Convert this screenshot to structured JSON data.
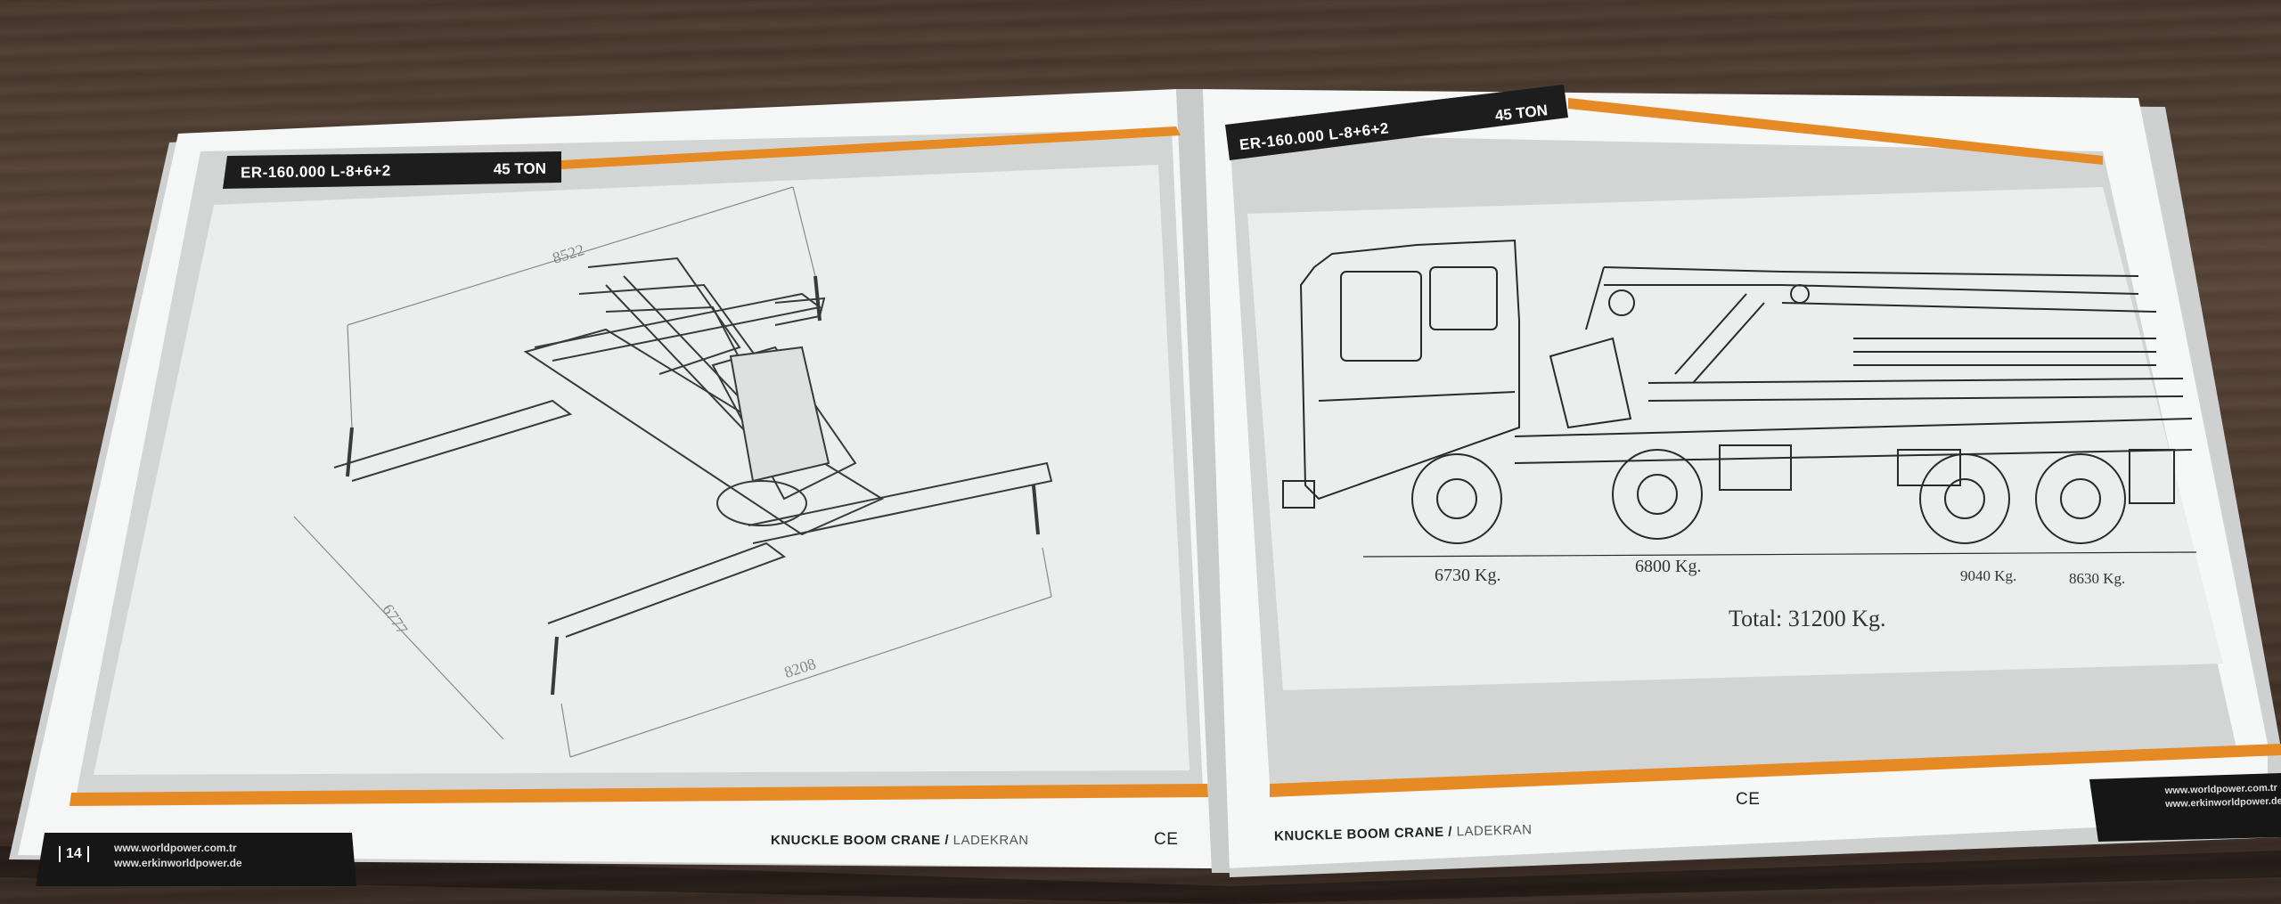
{
  "left_page": {
    "header": {
      "model": "ER-160.000 L-8+6+2",
      "tonnage": "45 TON"
    },
    "dimensions": [
      "8522",
      "6777",
      "8208"
    ],
    "footer": {
      "page_number": "14",
      "url_1": "www.worldpower.com.tr",
      "url_2": "www.erkinworldpower.de"
    },
    "caption": {
      "main": "KNUCKLE BOOM CRANE /",
      "sub": "LADEKRAN"
    },
    "ce_mark": "CE"
  },
  "right_page": {
    "header": {
      "model": "ER-160.000 L-8+6+2",
      "tonnage": "45 TON"
    },
    "axle_weights": [
      "6730 Kg.",
      "6800 Kg.",
      "9040 Kg.",
      "8630 Kg."
    ],
    "total": "Total: 31200 Kg.",
    "caption": {
      "main": "KNUCKLE BOOM CRANE /",
      "sub": "LADEKRAN"
    },
    "ce_mark": "CE",
    "footer": {
      "url_1": "www.worldpower.com.tr",
      "url_2": "www.erkinworldpower.de"
    }
  },
  "colors": {
    "accent_orange": "#e58a24",
    "header_black": "#1d1d1d",
    "page_white": "#f6f7f7",
    "panel_grey": "#d3d5d5"
  }
}
